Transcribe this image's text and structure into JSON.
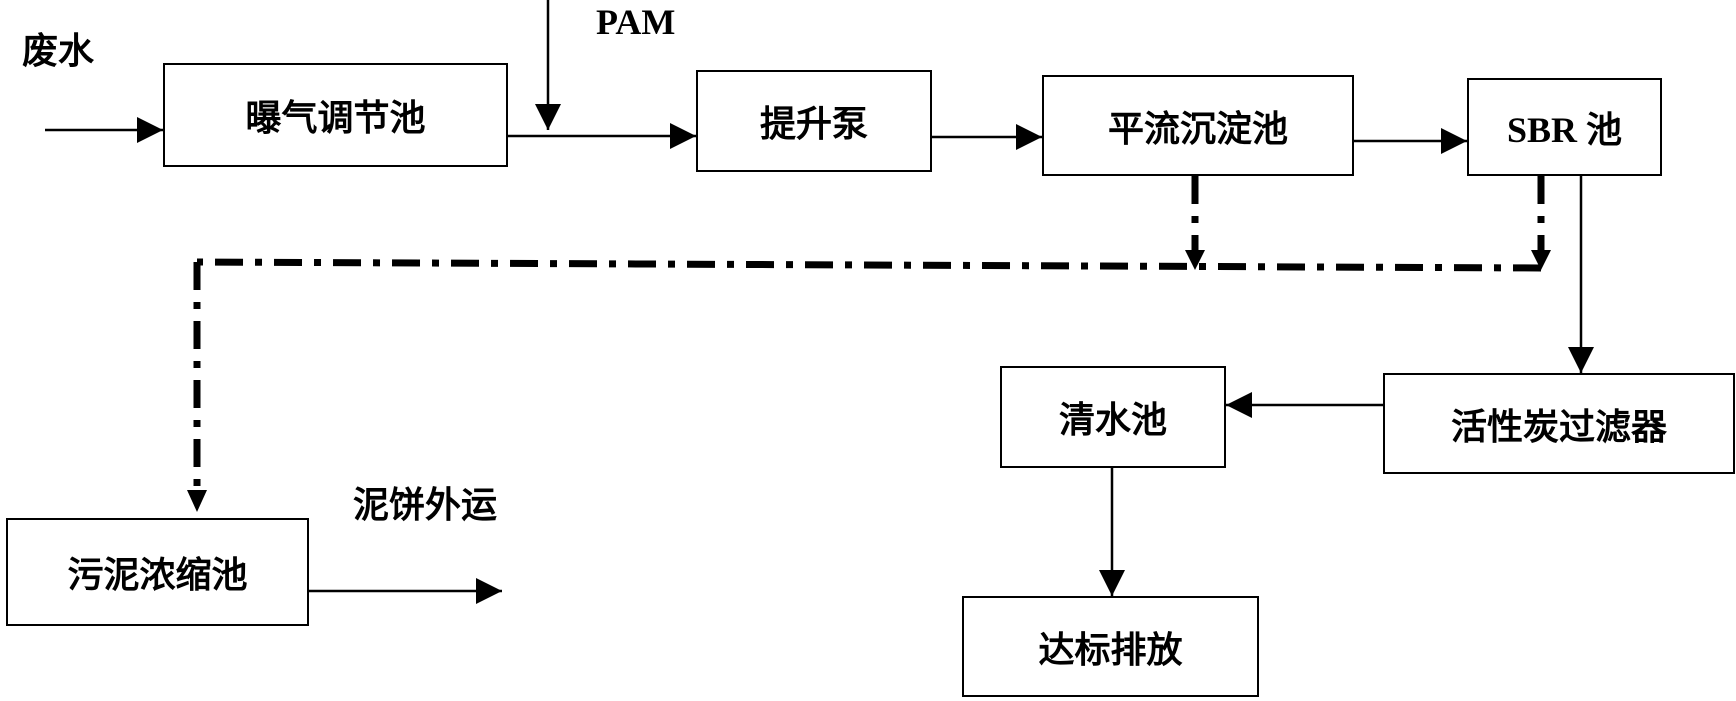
{
  "labels": {
    "input": "废水",
    "reagent": "PAM",
    "sludge_output": "泥饼外运"
  },
  "boxes": {
    "aeration_tank": "曝气调节池",
    "lift_pump": "提升泵",
    "sedimentation_tank": "平流沉淀池",
    "sbr_tank": "SBR 池",
    "clear_water_tank": "清水池",
    "carbon_filter": "活性炭过滤器",
    "sludge_thickener": "污泥浓缩池",
    "discharge": "达标排放"
  },
  "colors": {
    "line": "#000000",
    "box_border": "#000000",
    "background": "#ffffff"
  },
  "line_styles": {
    "water_flow": "solid",
    "sludge_flow": "dash-dot"
  }
}
